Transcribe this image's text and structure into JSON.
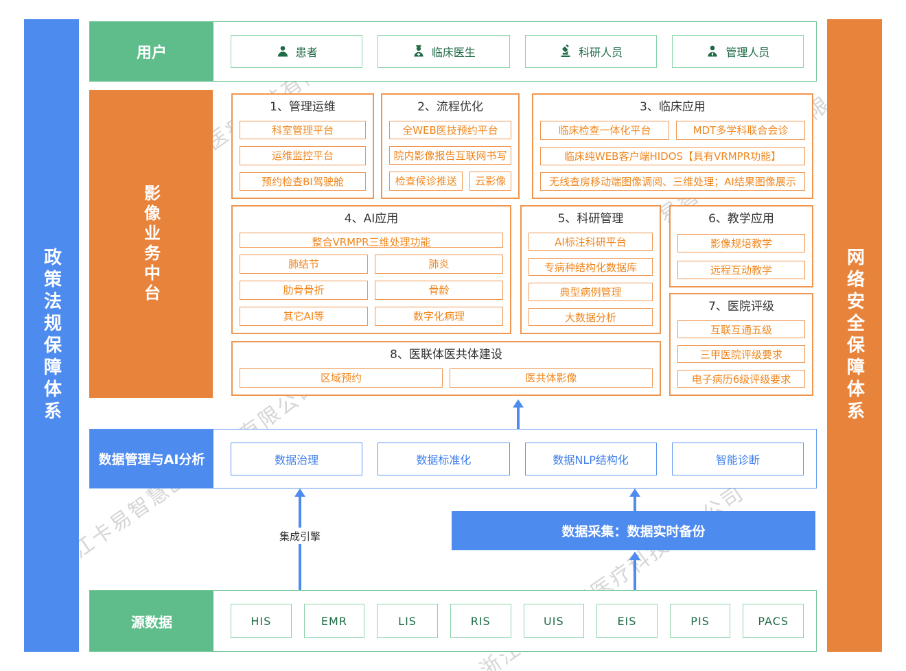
{
  "watermark": "浙江卡易智慧医疗科技有限公司",
  "sidebars": {
    "left": "政策法规保障体系",
    "right": "网络安全保障体系"
  },
  "users_row": {
    "label": "用户",
    "items": [
      {
        "icon": "patient-icon",
        "label": "患者"
      },
      {
        "icon": "doctor-icon",
        "label": "临床医生"
      },
      {
        "icon": "microscope-icon",
        "label": "科研人员"
      },
      {
        "icon": "admin-icon",
        "label": "管理人员"
      }
    ]
  },
  "platform": {
    "label": "影像业务中台",
    "sections": [
      {
        "title": "1、管理运维",
        "items": [
          "科室管理平台",
          "运维监控平台",
          "预约检查BI驾驶舱"
        ]
      },
      {
        "title": "2、流程优化",
        "items": [
          "全WEB医技预约平台",
          "院内影像报告互联网书写",
          "检查候诊推送",
          "云影像"
        ]
      },
      {
        "title": "3、临床应用",
        "items": [
          "临床检查一体化平台",
          "MDT多学科联合会诊",
          "临床纯WEB客户端HIDOS【具有VRMPR功能】",
          "无线查房移动端图像调阅、三维处理；AI结果图像展示"
        ]
      },
      {
        "title": "4、AI应用",
        "items": [
          "整合VRMPR三维处理功能",
          "肺结节",
          "肺炎",
          "肋骨骨折",
          "骨龄",
          "其它AI等",
          "数字化病理"
        ]
      },
      {
        "title": "5、科研管理",
        "items": [
          "AI标注科研平台",
          "专病种结构化数据库",
          "典型病例管理",
          "大数据分析"
        ]
      },
      {
        "title": "6、教学应用",
        "items": [
          "影像规培教学",
          "远程互动教学"
        ]
      },
      {
        "title": "7、医院评级",
        "items": [
          "互联互通五级",
          "三甲医院评级要求",
          "电子病历6级评级要求"
        ]
      },
      {
        "title": "8、医联体医共体建设",
        "items": [
          "区域预约",
          "医共体影像"
        ]
      }
    ]
  },
  "data_mgmt": {
    "label": "数据管理与AI分析",
    "items": [
      "数据治理",
      "数据标准化",
      "数据NLP结构化",
      "智能诊断"
    ]
  },
  "integration_engine": {
    "label": "集成引擎"
  },
  "data_collection": {
    "label": "数据采集：数据实时备份"
  },
  "source_row": {
    "label": "源数据",
    "items": [
      "HIS",
      "EMR",
      "LIS",
      "RIS",
      "UIS",
      "EIS",
      "PIS",
      "PACS"
    ]
  },
  "colors": {
    "green": "#5FBD8C",
    "green_border": "#8AD3A8",
    "green_text": "#1F6B45",
    "orange": "#E8833B",
    "orange_border": "#F0954E",
    "orange_text": "#F0861C",
    "blue": "#4E8BEF",
    "blue_text": "#3D7EEC",
    "title_text": "#333333",
    "watermark_gray": "#969696"
  }
}
